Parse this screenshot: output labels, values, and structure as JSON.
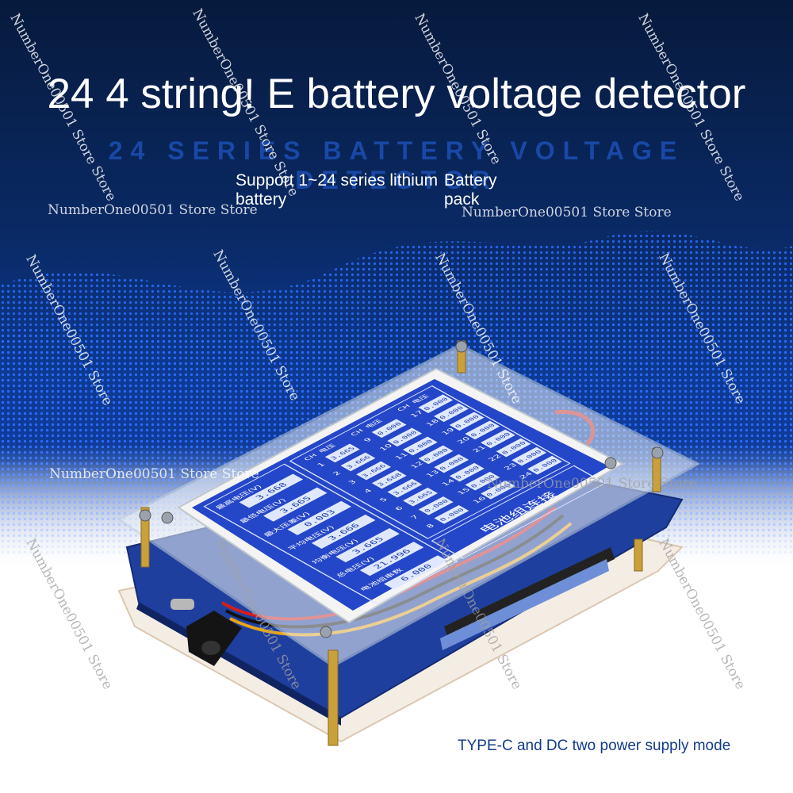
{
  "title": "24 4 string! E battery voltage detector",
  "subtitle": "24 SERIES BATTERY VOLTAGE DETECTOR",
  "support_text": "Support 1~24 series lithium battery",
  "pack_text": "Battery pack",
  "power_caption": "TYPE-C and DC two power supply mode",
  "watermark": "NumberOne00501 Store",
  "watermark_double": "NumberOne00501 Store Store",
  "screen": {
    "col_ch": "CH",
    "col_voltage": "电压",
    "left_labels": [
      "最高电压(V)",
      "最低电压(V)",
      "最大压差(V)",
      "平均电压(V)",
      "均衡电压(V)",
      "总电压(V)",
      "电池组串数"
    ],
    "left_values": [
      "3.668",
      "3.665",
      "0.003",
      "3.666",
      "3.665",
      "21.996",
      "6.000"
    ],
    "channels": [
      {
        "ch": "1",
        "v": "3.665"
      },
      {
        "ch": "2",
        "v": "3.666"
      },
      {
        "ch": "3",
        "v": "3.666"
      },
      {
        "ch": "4",
        "v": "3.668"
      },
      {
        "ch": "5",
        "v": "3.666"
      },
      {
        "ch": "6",
        "v": "3.665"
      },
      {
        "ch": "7",
        "v": "0.000"
      },
      {
        "ch": "8",
        "v": "0.000"
      },
      {
        "ch": "9",
        "v": "0.000"
      },
      {
        "ch": "10",
        "v": "0.000"
      },
      {
        "ch": "11",
        "v": "0.000"
      },
      {
        "ch": "12",
        "v": "0.000"
      },
      {
        "ch": "13",
        "v": "0.000"
      },
      {
        "ch": "14",
        "v": "0.000"
      },
      {
        "ch": "15",
        "v": "0.000"
      },
      {
        "ch": "16",
        "v": "0.000"
      },
      {
        "ch": "17",
        "v": "0.000"
      },
      {
        "ch": "18",
        "v": "0.000"
      },
      {
        "ch": "19",
        "v": "0.000"
      },
      {
        "ch": "20",
        "v": "0.000"
      },
      {
        "ch": "21",
        "v": "0.000"
      },
      {
        "ch": "22",
        "v": "0.000"
      },
      {
        "ch": "23",
        "v": "0.000"
      },
      {
        "ch": "24",
        "v": "0.000"
      }
    ],
    "status_text": "电池组连接"
  },
  "colors": {
    "background_top": "#061a3c",
    "wave_blue": "#1a5cff",
    "pcb_blue": "#1f3f9e",
    "lcd_blue": "#2446c9",
    "lcd_cell": "#dfe8ff"
  }
}
